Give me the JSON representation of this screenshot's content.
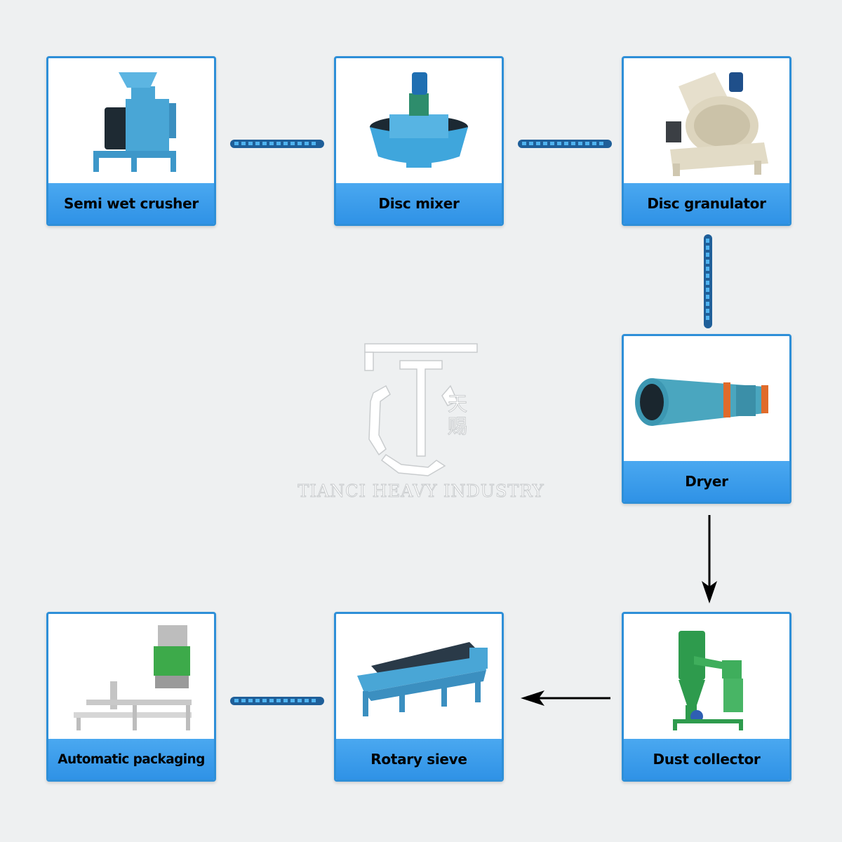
{
  "watermark": {
    "brand": "TIANCI HEAVY INDUSTRY",
    "brand_cn": "天赐"
  },
  "steps": [
    {
      "label": "Semi wet crusher",
      "icon": "semi-wet-crusher-icon"
    },
    {
      "label": "Disc mixer",
      "icon": "disc-mixer-icon"
    },
    {
      "label": "Disc granulator",
      "icon": "disc-granulator-icon"
    },
    {
      "label": "Dryer",
      "icon": "rotary-dryer-icon"
    },
    {
      "label": "Dust collector",
      "icon": "dust-collector-icon"
    },
    {
      "label": "Rotary sieve",
      "icon": "rotary-sieve-icon"
    },
    {
      "label": "Automatic packaging",
      "icon": "packaging-machine-icon"
    }
  ],
  "colors": {
    "card_border": "#2e8fd8",
    "label_bg": "#3a9cea",
    "machine_blue": "#3fa0d8",
    "conveyor": "#1f5f99",
    "arrow": "#000000",
    "background": "#eef0f1"
  }
}
